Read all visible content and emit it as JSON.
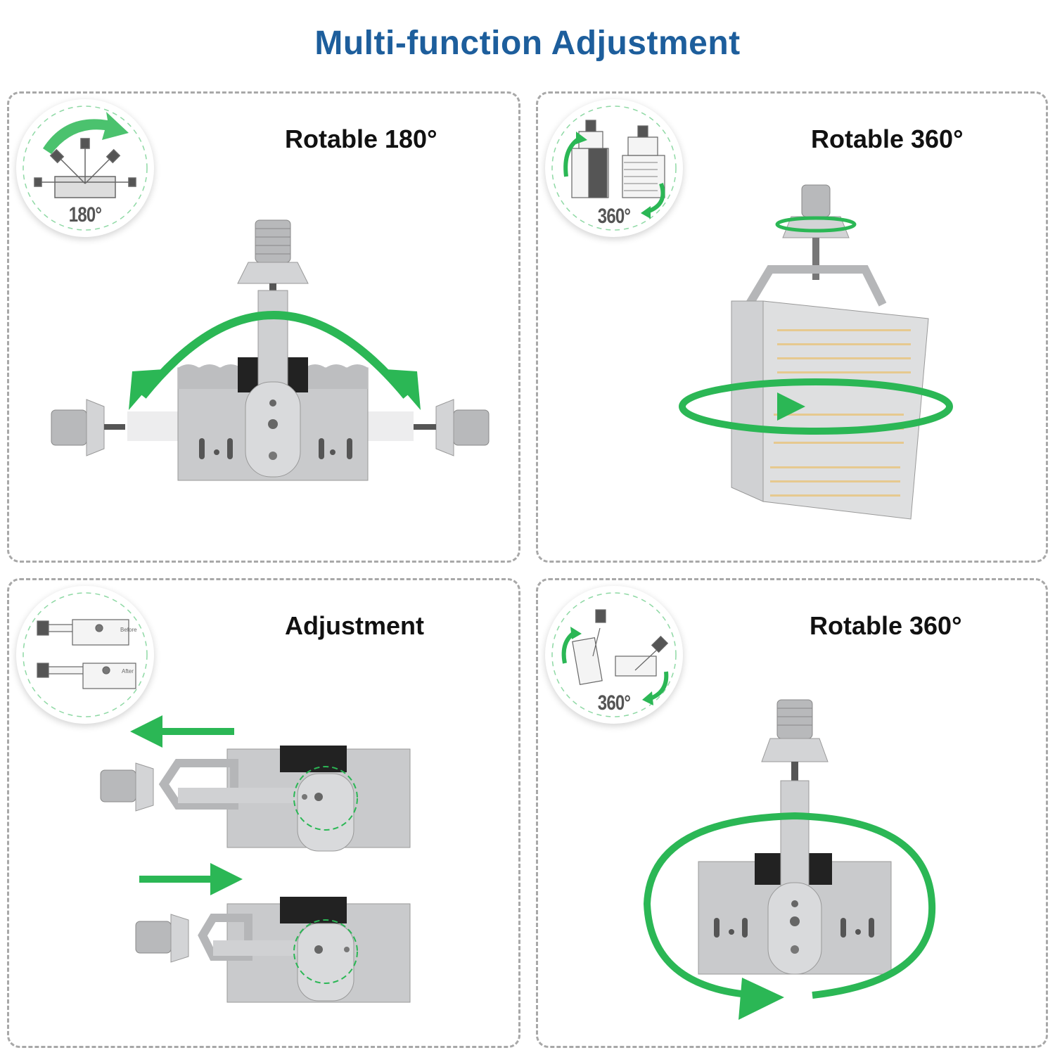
{
  "page": {
    "title": "Multi-function Adjustment"
  },
  "colors": {
    "title": "#1d5e9c",
    "accent_green": "#2bb755",
    "panel_border": "#a8a8a8",
    "metal": "#c9cacc",
    "label_text": "#111111"
  },
  "panels": [
    {
      "label": "Rotable 180°",
      "badge_degree": "180°",
      "badge_icon": "rotate-180-diagram-icon",
      "scene": "lamp-rotating-180-illustration"
    },
    {
      "label": "Rotable 360°",
      "badge_degree": "360°",
      "badge_icon": "rotate-360-vertical-diagram-icon",
      "scene": "lamp-spinning-horizontally-illustration"
    },
    {
      "label": "Adjustment",
      "badge_degree": "",
      "badge_before": "Before",
      "badge_after": "After",
      "badge_icon": "bracket-adjustment-diagram-icon",
      "scene": "bracket-slide-adjustment-illustration"
    },
    {
      "label": "Rotable 360°",
      "badge_degree": "360°",
      "badge_icon": "rotate-360-tilt-diagram-icon",
      "scene": "lamp-tilting-360-illustration"
    }
  ]
}
